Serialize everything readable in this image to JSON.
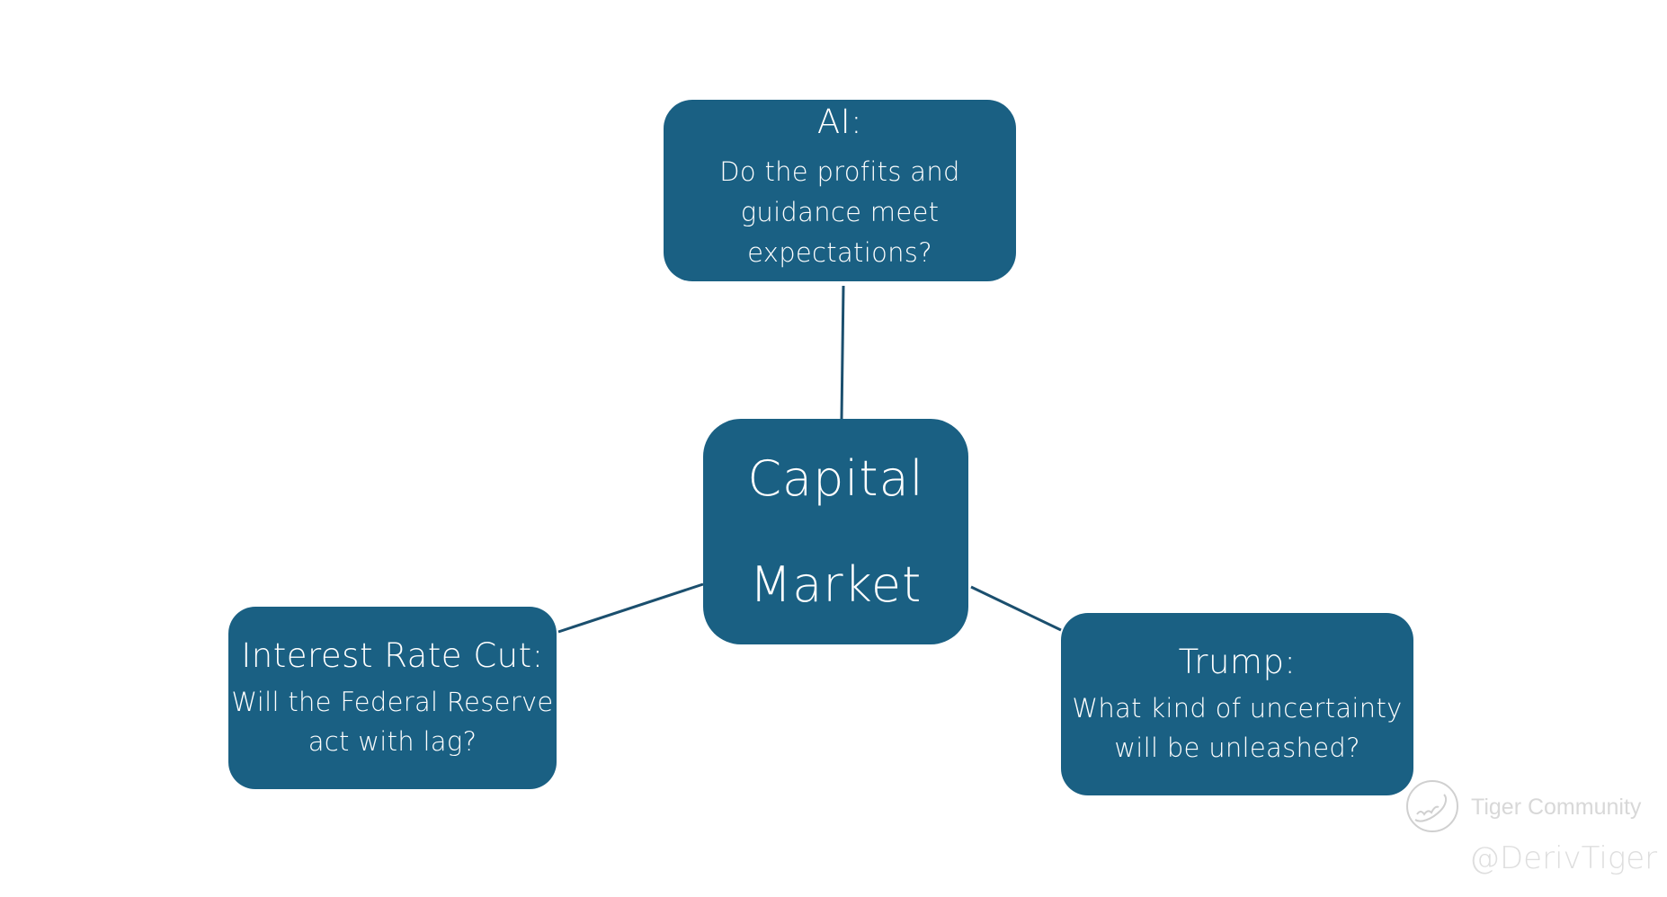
{
  "diagram": {
    "center": {
      "lines": [
        "Capital",
        "Market"
      ]
    },
    "nodes": [
      {
        "id": "ai",
        "title": "AI:",
        "body_lines": [
          "Do the profits and",
          "guidance meet",
          "expectations?"
        ]
      },
      {
        "id": "interest-rate-cut",
        "title": "Interest Rate Cut:",
        "body_lines": [
          "Will the Federal Reserve",
          "act with lag?"
        ]
      },
      {
        "id": "trump",
        "title": "Trump:",
        "body_lines": [
          "What kind of uncertainty",
          "will be unleashed?"
        ]
      }
    ],
    "edges": [
      {
        "from": "center",
        "to": "ai"
      },
      {
        "from": "center",
        "to": "interest-rate-cut"
      },
      {
        "from": "center",
        "to": "trump"
      }
    ],
    "colors": {
      "node_fill": "#1a6083",
      "node_text": "#ffffff",
      "edge": "#1b4f6e",
      "background": "#ffffff"
    }
  },
  "watermark": {
    "logo_icon": "tiger-community-logo-icon",
    "brand": "Tiger Community",
    "handle": "@DerivTiger"
  }
}
